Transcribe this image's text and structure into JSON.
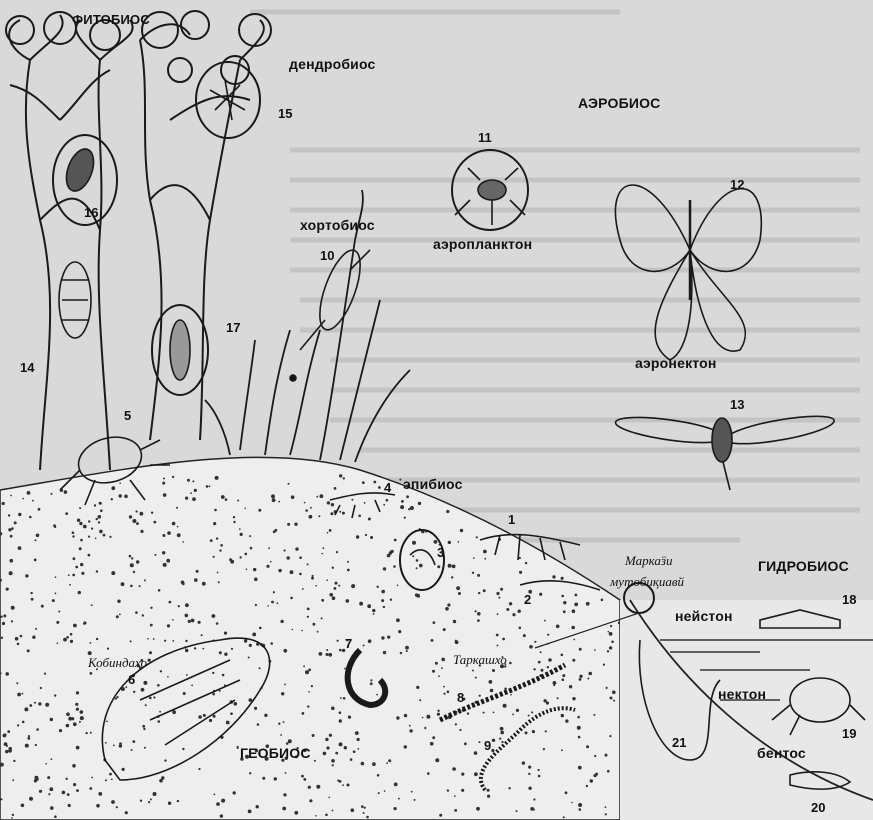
{
  "labels": {
    "phytobios": "ФИТОБИОС",
    "dendrobios": "дендробиос",
    "aerobios": "АЭРОБИОС",
    "hortobios": "хортобиос",
    "aeroplankton": "аэропланктон",
    "aeronekton": "аэронектон",
    "epibios": "эпибиос",
    "hydrobios": "ГИДРОБИОС",
    "neuston": "нейстон",
    "nekton": "нектон",
    "benthos": "бентос",
    "geobios": "ГЕОБИОС"
  },
  "italic_labels": {
    "kobindaho": "Кобиндахо",
    "tarkashho": "Таркашхо",
    "markazi_line1": "Маркаӟи",
    "markazi_line2": "мутобиқиавй"
  },
  "numbers": [
    "1",
    "2",
    "3",
    "4",
    "5",
    "6",
    "7",
    "8",
    "9",
    "10",
    "11",
    "12",
    "13",
    "14",
    "15",
    "16",
    "17",
    "18",
    "19",
    "20",
    "21"
  ],
  "colors": {
    "ink": "#1a1a1a",
    "paper": "#d9d9d9",
    "soil": "#eeeeee",
    "background_page": "#e3e3e3"
  }
}
